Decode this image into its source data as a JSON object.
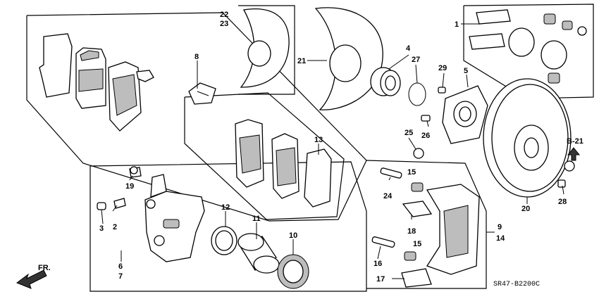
{
  "diagram": {
    "code": "SR47-B2200C",
    "ref_label": "B-21",
    "direction_label": "FR.",
    "callouts": {
      "c1": "1",
      "c2": "2",
      "c3": "3",
      "c4": "4",
      "c5": "5",
      "c6": "6",
      "c7": "7",
      "c8": "8",
      "c9": "9",
      "c10": "10",
      "c11": "11",
      "c12": "12",
      "c13": "13",
      "c14": "14",
      "c15a": "15",
      "c15b": "15",
      "c16": "16",
      "c17": "17",
      "c18": "18",
      "c19": "19",
      "c20": "20",
      "c21": "21",
      "c22": "22",
      "c23": "23",
      "c24": "24",
      "c25": "25",
      "c26": "26",
      "c27": "27",
      "c28": "28",
      "c29": "29"
    }
  }
}
